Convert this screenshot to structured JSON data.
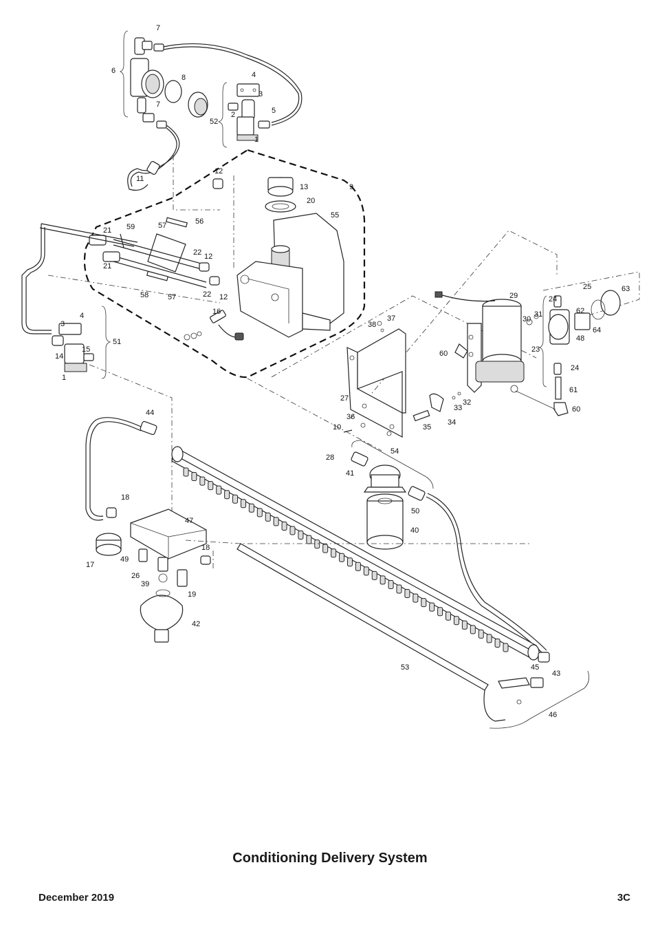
{
  "title": "Conditioning Delivery System",
  "footer": {
    "date": "December 2019",
    "page": "3C"
  },
  "callouts": [
    "1",
    "2",
    "3",
    "4",
    "5",
    "6",
    "7",
    "8",
    "9",
    "10",
    "11",
    "12",
    "13",
    "14",
    "15",
    "16",
    "17",
    "18",
    "19",
    "20",
    "21",
    "22",
    "23",
    "24",
    "25",
    "26",
    "27",
    "28",
    "29",
    "30",
    "31",
    "32",
    "33",
    "34",
    "35",
    "36",
    "37",
    "38",
    "39",
    "40",
    "41",
    "42",
    "43",
    "44",
    "45",
    "46",
    "47",
    "48",
    "49",
    "50",
    "51",
    "52",
    "53",
    "54",
    "55",
    "56",
    "57",
    "58",
    "59",
    "60",
    "61",
    "62",
    "63",
    "64"
  ]
}
